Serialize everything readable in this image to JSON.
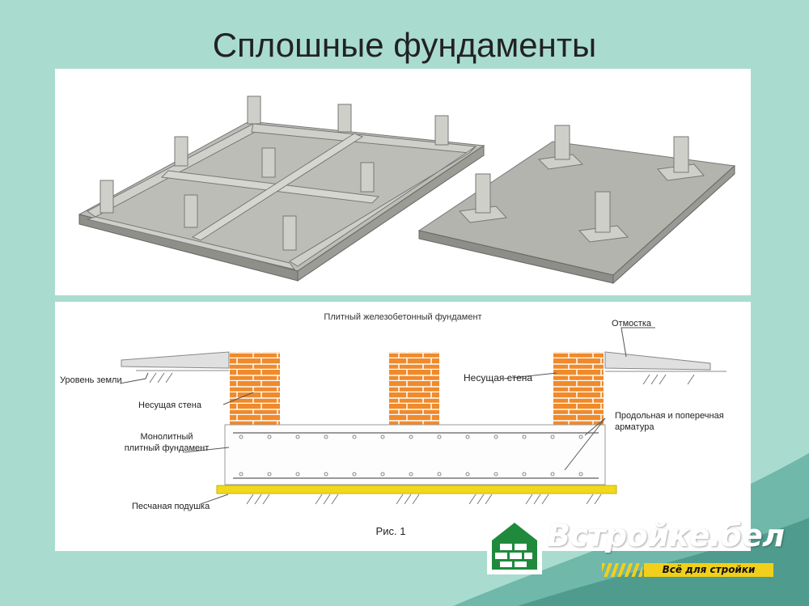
{
  "slide": {
    "title": "Сплошные фундаменты"
  },
  "diagram": {
    "heading": "Плитный железобетонный фундамент",
    "labels": {
      "otmostka": "Отмостка",
      "ground": "Уровень земли",
      "wall_left": "Несущая стена",
      "wall_right": "Несущая стена",
      "slab_line1": "Монолитный",
      "slab_line2": "плитный фундамент",
      "rebar_line1": "Продольная и поперечная",
      "rebar_line2": "арматура",
      "sand": "Песчаная подушка",
      "figure": "Рис. 1"
    }
  },
  "brand": {
    "name": "Встройке.бел",
    "tagline": "Всё для стройки",
    "color_green": "#1f8a3c",
    "color_yellow": "#f2cf1a"
  }
}
